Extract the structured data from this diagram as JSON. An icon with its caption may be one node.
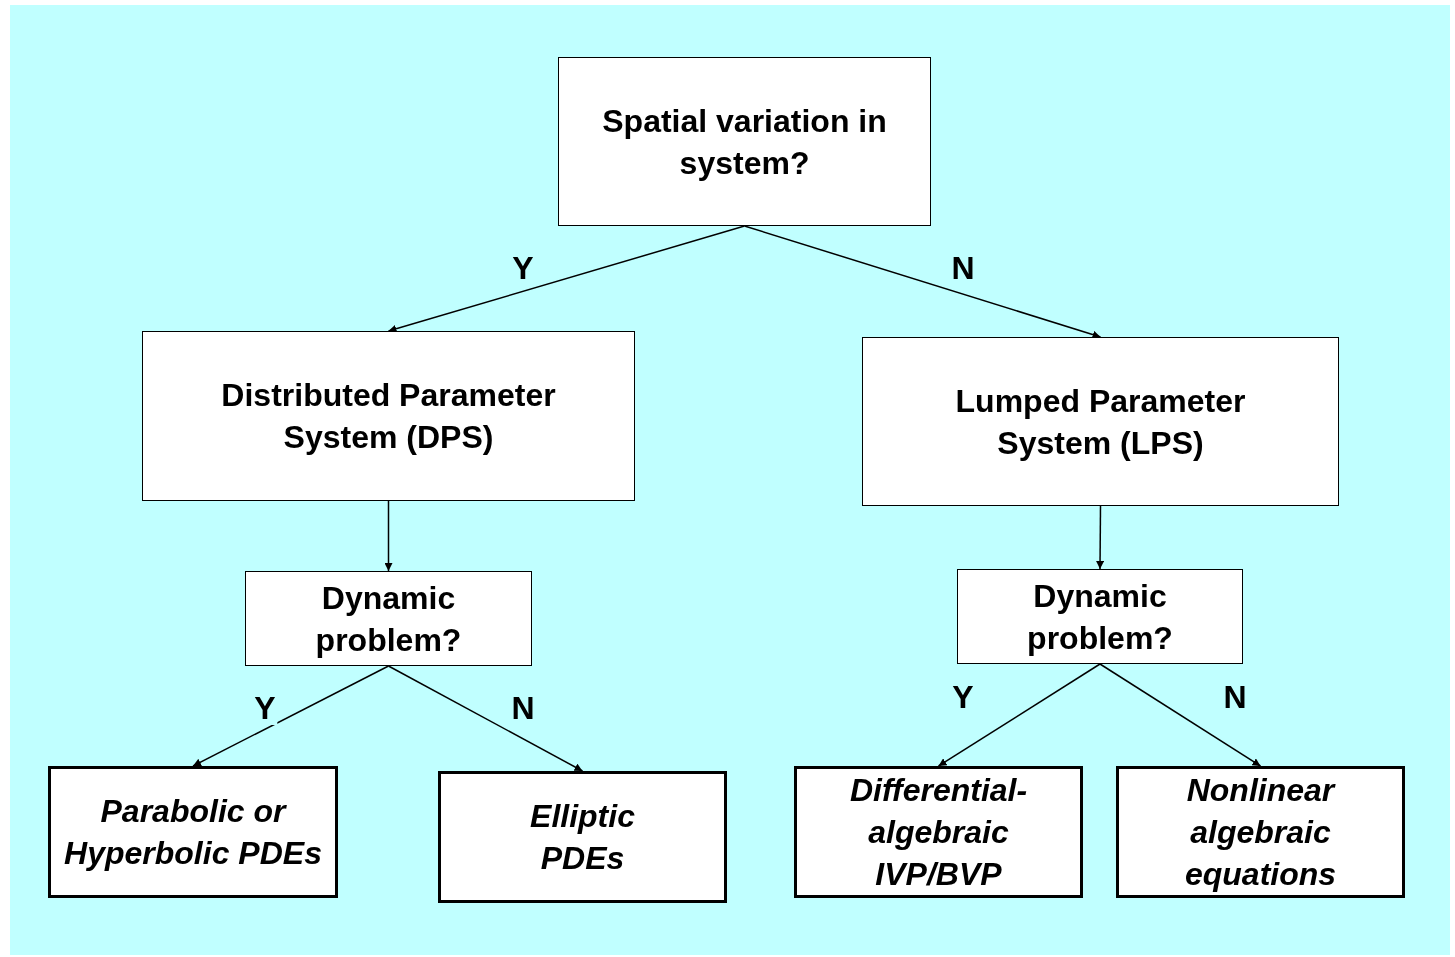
{
  "diagram": {
    "nodes": [
      {
        "text": [
          "Spatial variation in system?"
        ]
      },
      {
        "text": [
          "Distributed Parameter System (DPS)"
        ]
      },
      {
        "text": [
          "Lumped Parameter System (LPS)"
        ]
      },
      {
        "text": [
          "Dynamic problem?"
        ]
      },
      {
        "text": [
          "Dynamic problem?"
        ]
      },
      {
        "text": [
          "Parabolic or Hyperbolic PDEs"
        ]
      },
      {
        "text": [
          "Elliptic PDEs"
        ]
      },
      {
        "text": [
          "Differential-algebraic IVP/BVP"
        ]
      },
      {
        "text": [
          "Nonlinear algebraic equations"
        ]
      }
    ],
    "edges": [
      {
        "from": 0,
        "to": 1,
        "arrow": "to",
        "label": "Y"
      },
      {
        "from": 0,
        "to": 2,
        "arrow": "to",
        "label": "N"
      },
      {
        "from": 1,
        "to": 3,
        "arrow": "to"
      },
      {
        "from": 2,
        "to": 4,
        "arrow": "to"
      },
      {
        "from": 3,
        "to": 5,
        "arrow": "to",
        "label": "Y"
      },
      {
        "from": 3,
        "to": 6,
        "arrow": "to",
        "label": "N"
      },
      {
        "from": 4,
        "to": 7,
        "arrow": "to",
        "label": "Y"
      },
      {
        "from": 4,
        "to": 8,
        "arrow": "to",
        "label": "N"
      }
    ]
  }
}
